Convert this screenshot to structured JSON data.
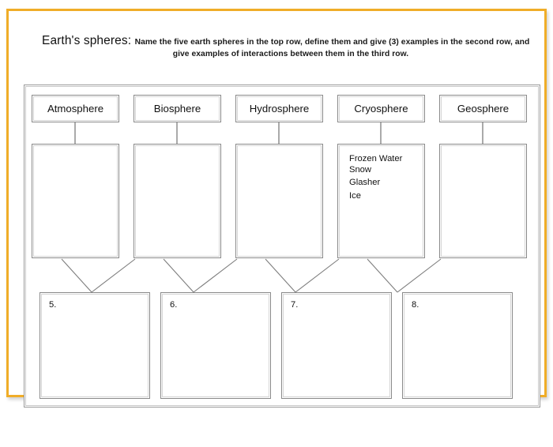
{
  "header": {
    "title": "Earth's spheres:",
    "instructions_line1": "Name the five earth spheres in the top row, define them and give (3) examples in the second row, and",
    "instructions_line2": "give examples of interactions between them in the third row."
  },
  "colors": {
    "page_frame": "#f0ad28",
    "box_border": "#8a8a8a",
    "connector": "#7d7d7d",
    "text": "#111111"
  },
  "spheres": [
    {
      "label": "Atmosphere",
      "definition": "",
      "examples": [
        "",
        "",
        ""
      ]
    },
    {
      "label": "Biosphere",
      "definition": "",
      "examples": [
        "",
        "",
        ""
      ]
    },
    {
      "label": "Hydrosphere",
      "definition": "",
      "examples": [
        "",
        "",
        ""
      ]
    },
    {
      "label": "Cryosphere",
      "definition": "Frozen Water",
      "examples": [
        "Snow",
        "Glasher",
        "Ice"
      ]
    },
    {
      "label": "Geosphere",
      "definition": "",
      "examples": [
        "",
        "",
        ""
      ]
    }
  ],
  "interactions": [
    {
      "number": "5."
    },
    {
      "number": "6."
    },
    {
      "number": "7."
    },
    {
      "number": "8."
    }
  ]
}
